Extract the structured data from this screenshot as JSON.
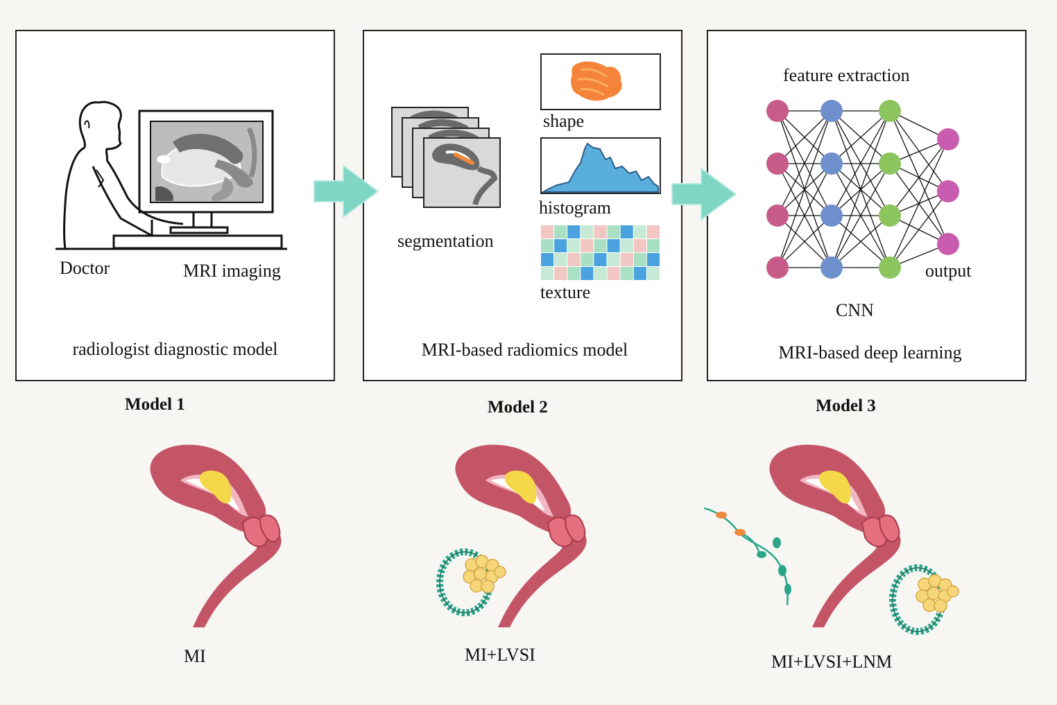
{
  "panels": [
    {
      "model_label": "Model 1",
      "caption": "radiologist diagnostic model",
      "labels": {
        "doctor": "Doctor",
        "imaging": "MRI imaging"
      }
    },
    {
      "model_label": "Model 2",
      "caption": "MRI-based radiomics model",
      "labels": {
        "segmentation": "segmentation",
        "shape": "shape",
        "histogram": "histogram",
        "texture": "texture"
      }
    },
    {
      "model_label": "Model 3",
      "caption": "MRI-based  deep learning",
      "labels": {
        "feature_extraction": "feature extraction",
        "output": "output",
        "cnn": "CNN"
      }
    }
  ],
  "outcomes": [
    "MI",
    "MI+LVSI",
    "MI+LVSI+LNM"
  ],
  "network": {
    "layers": [
      {
        "nodes": 4,
        "color": "#c75b8a"
      },
      {
        "nodes": 4,
        "color": "#6f8fcc"
      },
      {
        "nodes": 4,
        "color": "#8cc45e"
      },
      {
        "nodes": 3,
        "color": "#c95cae"
      }
    ]
  },
  "colors": {
    "arrow": "#7fd6c5",
    "uterus": "#c45566",
    "tumor": "#f5d84a",
    "vessel": "#2ba58a",
    "node_orange": "#f08a3c"
  },
  "icons": [
    "doctor-at-computer-icon",
    "mri-slice-icon",
    "uterus-icon",
    "lymph-vessel-icon",
    "tumor-cluster-icon"
  ]
}
